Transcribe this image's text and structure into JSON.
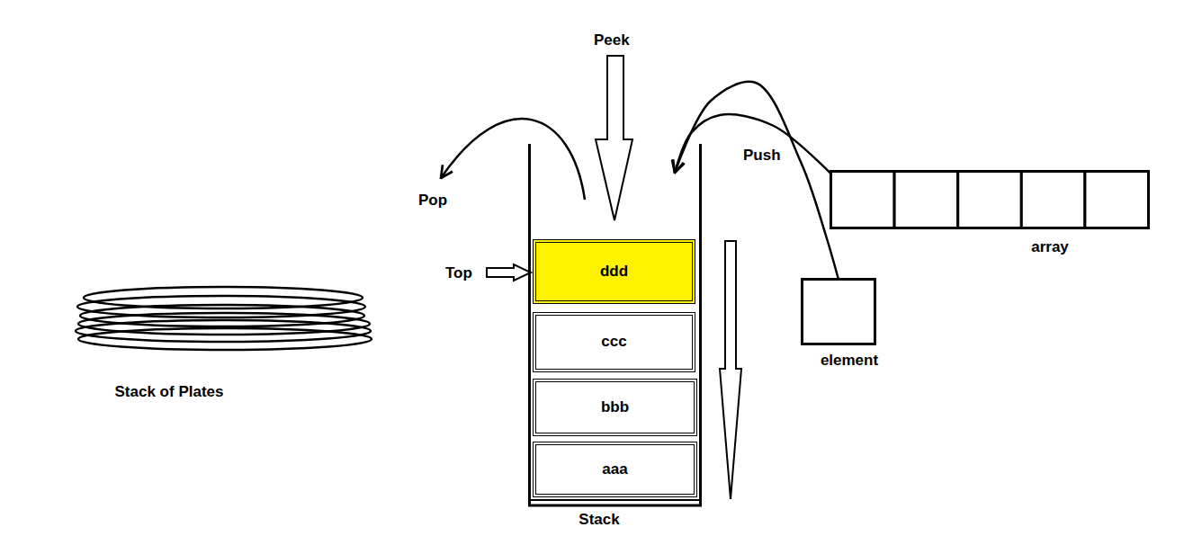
{
  "diagram": {
    "nodes": [
      {
        "text": [
          "Stack"
        ]
      },
      {
        "text": [
          "ddd"
        ],
        "in": 0
      },
      {
        "text": [
          "ccc"
        ],
        "in": 0
      },
      {
        "text": [
          "bbb"
        ],
        "in": 0
      },
      {
        "text": [
          "aaa"
        ],
        "in": 0
      },
      {
        "text": [
          "array"
        ]
      },
      {
        "text": [
          "element"
        ]
      }
    ],
    "edges": [
      {
        "from": 5,
        "to": 0,
        "arrow": "to",
        "label": "Push"
      },
      {
        "from": 6,
        "to": 0,
        "arrow": "to"
      }
    ],
    "labels": [
      "Stack of Plates",
      "Pop",
      "Peek",
      "Top"
    ]
  }
}
